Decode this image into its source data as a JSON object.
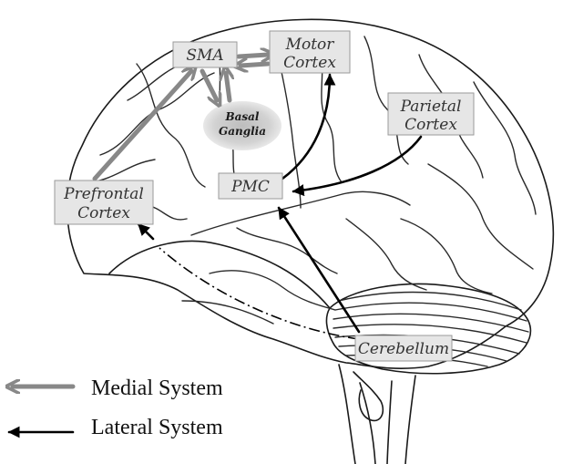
{
  "regions": {
    "sma": "SMA",
    "motor_cortex": [
      "Motor",
      "Cortex"
    ],
    "parietal_cortex": [
      "Parietal",
      "Cortex"
    ],
    "prefrontal_cortex": [
      "Prefrontal",
      "Cortex"
    ],
    "pmc": "PMC",
    "cerebellum": "Cerebellum",
    "basal_ganglia": [
      "Basal",
      "Ganglia"
    ]
  },
  "legend": {
    "medial": "Medial System",
    "lateral": "Lateral System"
  },
  "colors": {
    "medial_arrow": "#888888",
    "lateral_arrow": "#000000",
    "box_fill": "#e6e6e6",
    "basal_ganglia_fill": "#cfcfcf"
  }
}
